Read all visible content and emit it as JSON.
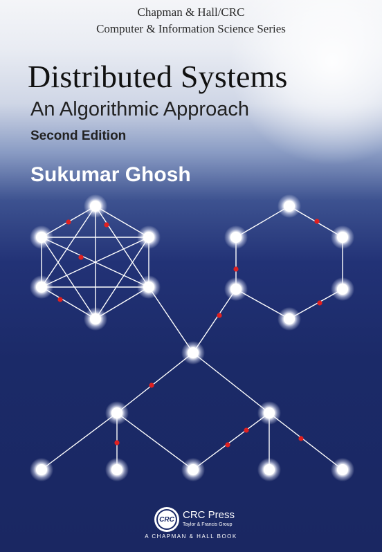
{
  "cover": {
    "series_line1": "Chapman & Hall/CRC",
    "series_line2": "Computer & Information Science Series",
    "title": "Distributed Systems",
    "subtitle": "An Algorithmic Approach",
    "edition": "Second Edition",
    "author": "Sukumar Ghosh"
  },
  "publisher": {
    "logo_text": "CRC",
    "name": "CRC Press",
    "group": "Taylor & Francis Group",
    "imprint": "A CHAPMAN & HALL BOOK"
  },
  "colors": {
    "background_dark": "#1b2a68",
    "node": "#ffffff",
    "edge": "#ffffff",
    "message_dot": "#e02020"
  }
}
